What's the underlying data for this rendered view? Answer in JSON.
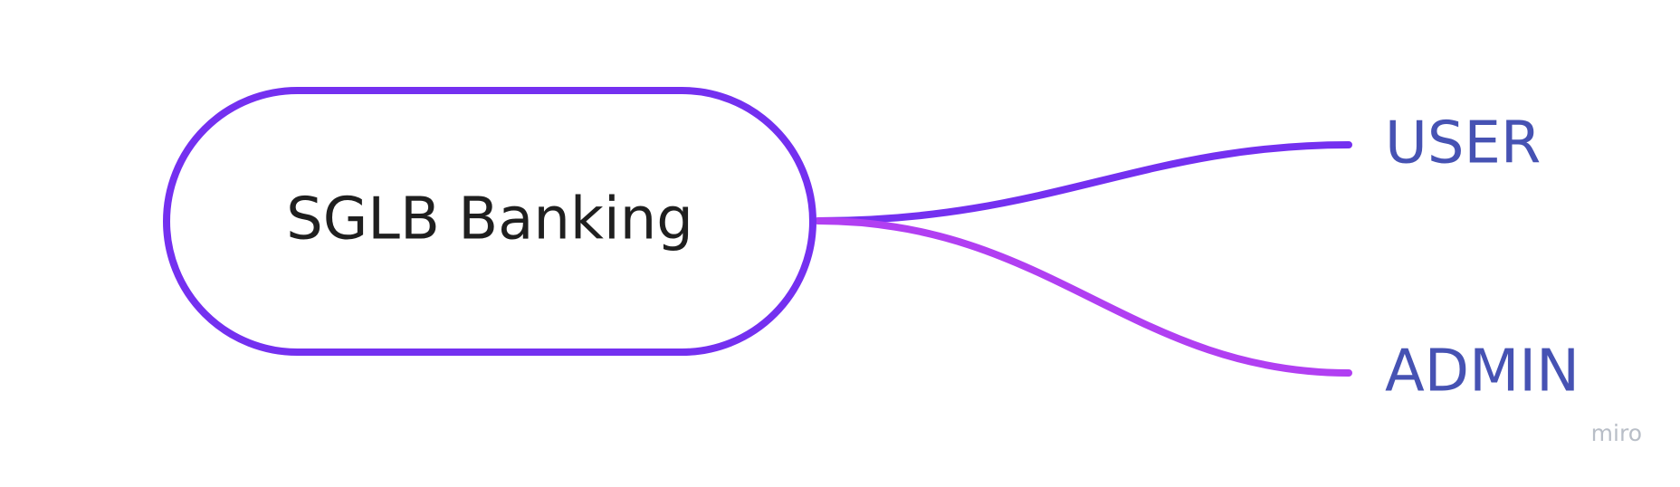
{
  "mindmap": {
    "root": {
      "label": "SGLB Banking",
      "border_color": "#7430f0"
    },
    "branches": [
      {
        "label": "USER",
        "line_color": "#7430f0",
        "text_color": "#4652b3"
      },
      {
        "label": "ADMIN",
        "line_color": "#b13ff2",
        "text_color": "#4652b3"
      }
    ]
  },
  "watermark": {
    "label": "miro"
  }
}
